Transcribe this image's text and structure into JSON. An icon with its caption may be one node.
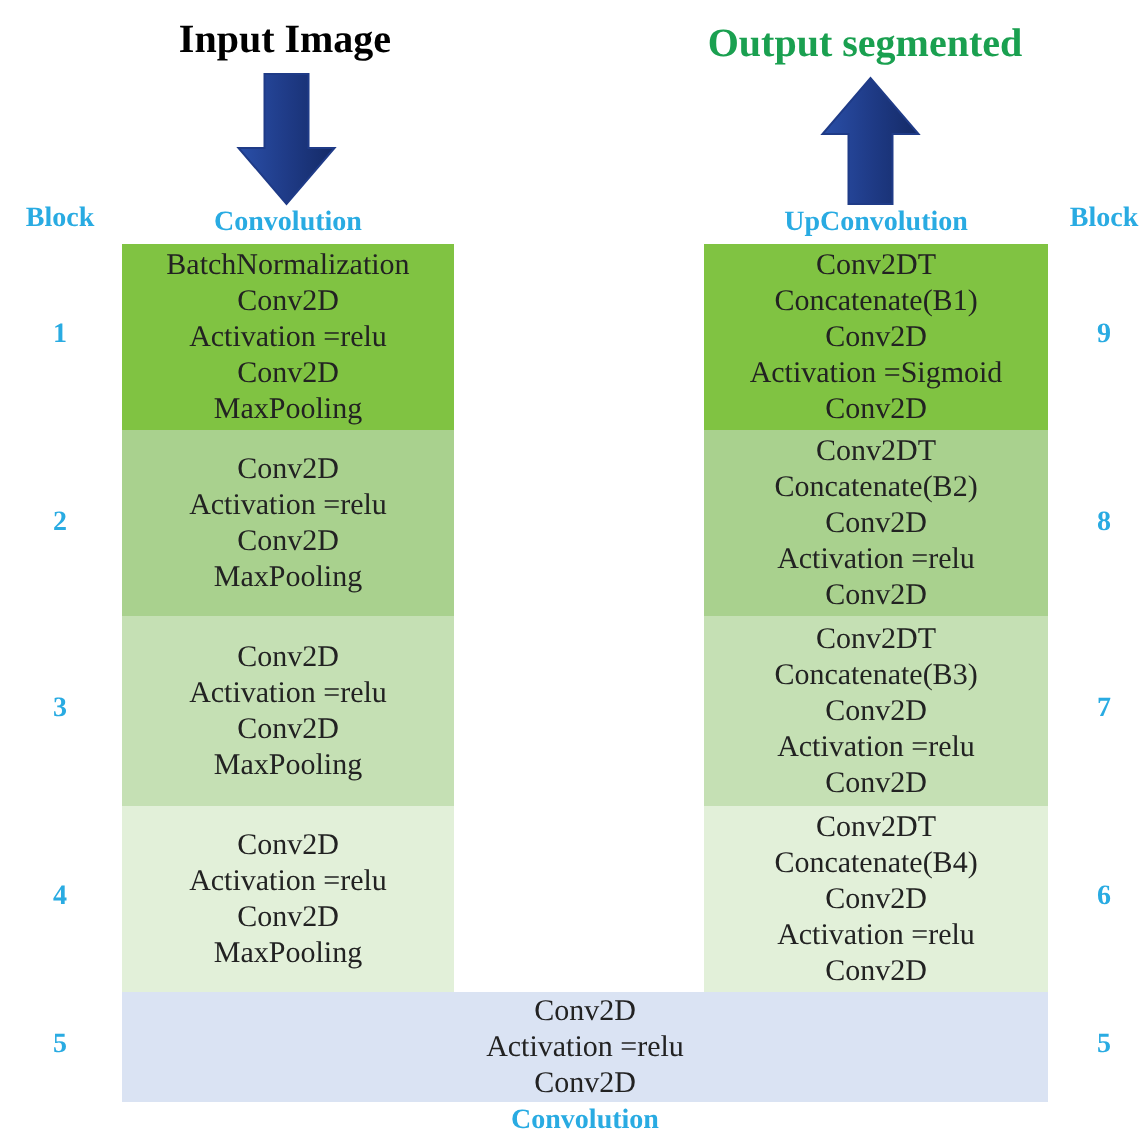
{
  "diagram": {
    "nodes": [
      {
        "text": [
          "Input Image"
        ]
      },
      {
        "text": [
          "BatchNormalization",
          "Conv2D",
          "Activation =relu",
          "Conv2D",
          "MaxPooling"
        ],
        "beside": [
          "Convolution"
        ]
      },
      {
        "text": [
          "Conv2D",
          "Activation =relu",
          "Conv2D",
          "MaxPooling"
        ]
      },
      {
        "text": [
          "Conv2D",
          "Activation =relu",
          "Conv2D",
          "MaxPooling"
        ]
      },
      {
        "text": [
          "Conv2D",
          "Activation =relu",
          "Conv2D",
          "MaxPooling"
        ]
      },
      {
        "text": [
          "Conv2D",
          "Activation =relu",
          "Conv2D"
        ],
        "beside": [
          "Convolution"
        ]
      },
      {
        "text": [
          "Conv2DT",
          "Concatenate(B4)",
          "Conv2D",
          "Activation =relu",
          "Conv2D"
        ]
      },
      {
        "text": [
          "Conv2DT",
          "Concatenate(B3)",
          "Conv2D",
          "Activation =relu",
          "Conv2D"
        ]
      },
      {
        "text": [
          "Conv2DT",
          "Concatenate(B2)",
          "Conv2D",
          "Activation =relu",
          "Conv2D"
        ]
      },
      {
        "text": [
          "Conv2DT",
          "Concatenate(B1)",
          "Conv2D",
          "Activation =Sigmoid",
          "Conv2D"
        ],
        "beside": [
          "UpConvolution"
        ]
      },
      {
        "text": [
          "Output segmented"
        ]
      }
    ],
    "edges": [
      {
        "from": 0,
        "to": 1,
        "arrow": "to",
        "style": "thick"
      },
      {
        "from": 9,
        "to": 10,
        "arrow": "to",
        "style": "thick"
      }
    ],
    "labels": [
      "Block",
      "Block",
      "1",
      "9",
      "2",
      "8",
      "3",
      "7",
      "4",
      "6",
      "5",
      "5"
    ]
  }
}
